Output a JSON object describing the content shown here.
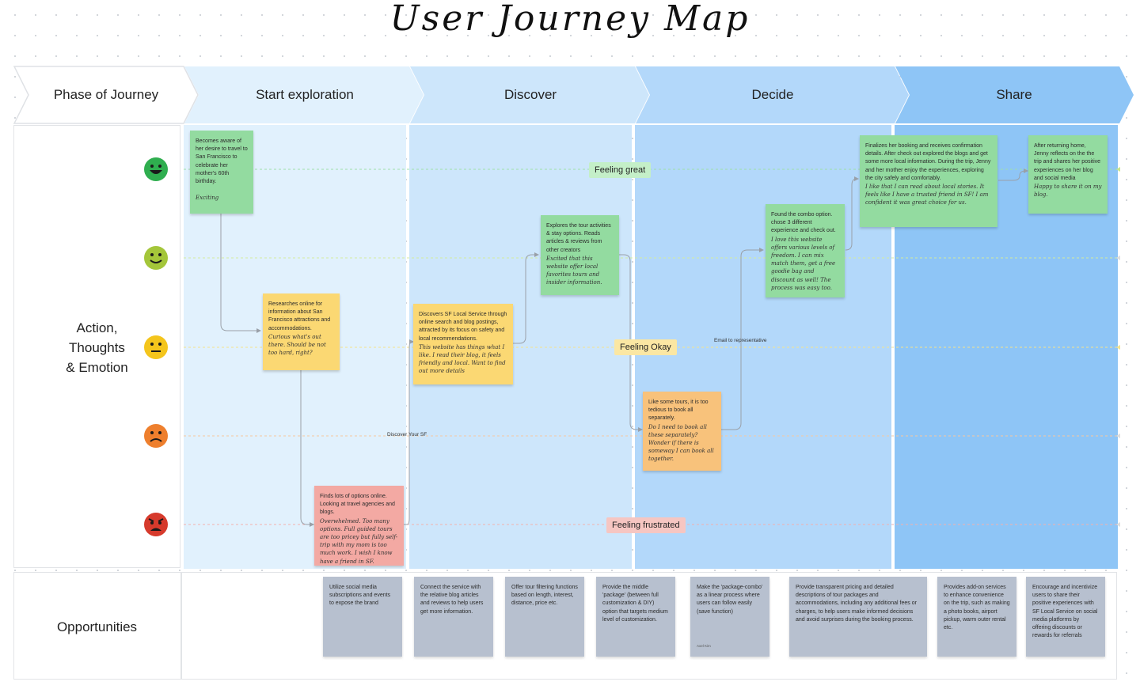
{
  "title": "User Journey Map",
  "header": {
    "row_label": "Phase of Journey",
    "phases": [
      "Start exploration",
      "Discover",
      "Decide",
      "Share"
    ]
  },
  "rows": {
    "actions_label_lines": [
      "Action,",
      "Thoughts",
      "& Emotion"
    ],
    "opportunities_label": "Opportunities"
  },
  "emotions": {
    "great": "Feeling great",
    "okay": "Feeling Okay",
    "frustrated": "Feeling frustrated"
  },
  "connector_labels": {
    "discover_sf": "Discover Your SF",
    "email_rep": "Email to representative"
  },
  "stickies": {
    "s1": {
      "text": "Becomes aware of her desire to travel to San Francisco to celebrate her mother's 60th birthday.",
      "thought": "Exciting"
    },
    "s2": {
      "text": "Researches online for information about San Francisco attractions and accommodations.",
      "thought": "Curious what's out there. Should be not too hard, right?"
    },
    "s3": {
      "text": "Finds lots of options online. Looking at travel agencies and blogs.",
      "thought": "Overwhelmed. Too many options. Full guided tours are too pricey but fully self-trip with my mom is too much work. I wish I know have a friend in SF."
    },
    "s4": {
      "text": "Discovers SF Local Service through online search and blog postings, attracted by its focus on safety and local recommendations.",
      "thought": "This website has things what I like. I read their blog, it feels friendly and local. Want to find out more details"
    },
    "s5": {
      "text": "Explores the tour activities & stay options. Reads articles & reviews from other creators",
      "thought": "Excited that this website offer local favorites tours and insider information."
    },
    "s6": {
      "text": "Like some tours, it is too tedious to book all separately.",
      "thought": "Do I need to book all these separately? Wonder if there is someway I can book all together."
    },
    "s7": {
      "text": "Found the combo option. chose 3 different experience and check out.",
      "thought": "I love this website offers various levels of freedom. I can mix match them, get a free goodie bag and discount as well! The process was easy too."
    },
    "s8": {
      "text": "Finalizes her booking and receives confirmation details. After check out explored the blogs and get some more local information. During the trip, Jenny and her mother enjoy the experiences, exploring the city safely and comfortably.",
      "thought": "I like that I can read about local stories. It feels like I have a trusted friend in SF! I am confident it was great choice for us."
    },
    "s9": {
      "text": "After returning home, Jenny reflects on the the trip and shares her positive experiences on her blog and social media",
      "thought": "Happy to share it on my blog."
    }
  },
  "opportunities": [
    "Utilize social media subscriptions and events to expose the brand",
    "Connect the service with the relative blog articles and reviews to help users get more information.",
    "Offer tour filtering functions based on length, interest, distance, price etc.",
    "Provide the middle 'package' (between full customization & DIY) option that targets medium level of customization.",
    "Make the 'package-combo' as a linear process where users can follow easily (save function)",
    "Provide transparent pricing and detailed descriptions of tour packages and accommodations, including any additional fees or charges, to help users make informed decisions and avoid surprises during the booking process.",
    "Provides add-on services to enhance convenience on the trip, such as making a photo books, airport pickup, warm outer rental etc.",
    "Encourage and incentivize users to share their positive experiences with SF Local Service on social media platforms by offering discounts or rewards for referrals"
  ],
  "opportunity_note": "Axel Kim",
  "colors": {
    "phase1": "#e1f1fd",
    "phase2": "#cde6fb",
    "phase3": "#b3d8fa",
    "phase4": "#8ec5f6",
    "sticky_green": "#93dba0",
    "sticky_yellow": "#fbd873",
    "sticky_orange": "#f8c27b",
    "sticky_red": "#f3a9a3",
    "sticky_gray": "#b7c0cf"
  },
  "emotion_levels": [
    "very-happy",
    "happy",
    "neutral",
    "sad",
    "angry"
  ]
}
